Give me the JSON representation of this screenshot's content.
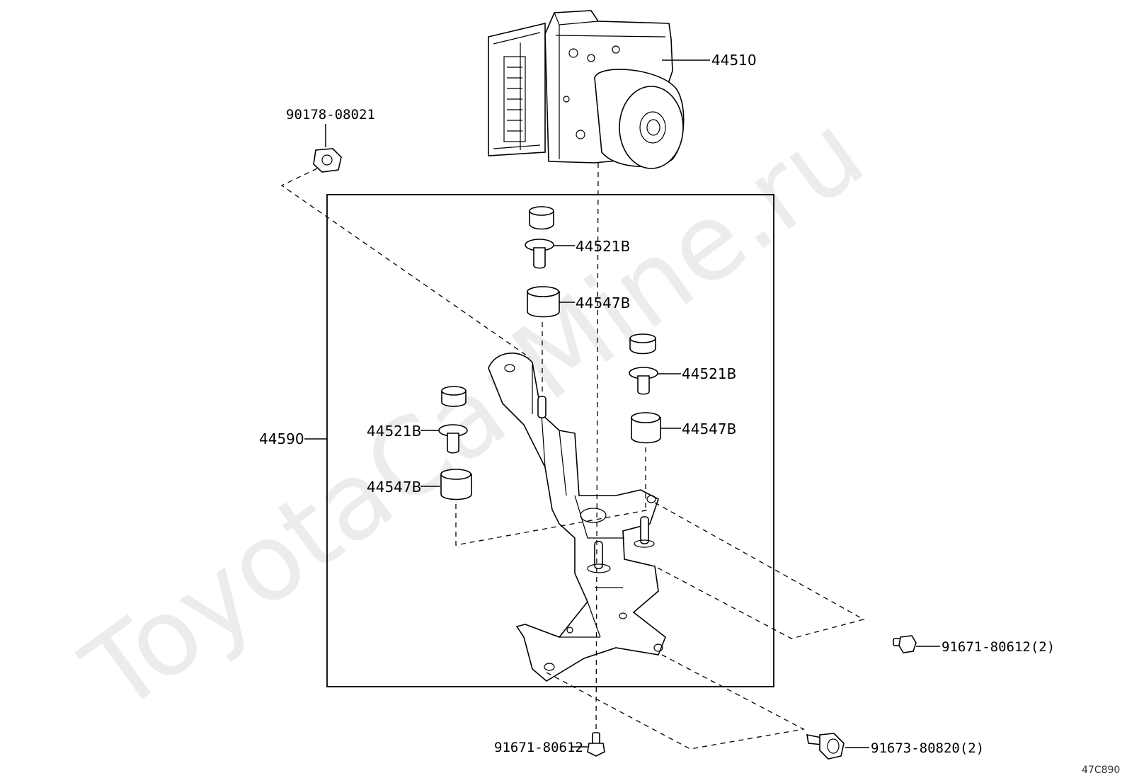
{
  "watermark": "ToyotaCarMine.ru",
  "diagram_code": "47C890",
  "labels": {
    "actuator": "44510",
    "nut": "90178-08021",
    "bracket": "44590",
    "cushion_1": "44521B",
    "collar_1": "44547B",
    "cushion_2": "44521B",
    "collar_2": "44547B",
    "cushion_3": "44521B",
    "collar_3": "44547B",
    "bolt_right": "91671-80612(2)",
    "bolt_bottom": "91671-80612",
    "bolt_large": "91673-80820(2)"
  }
}
